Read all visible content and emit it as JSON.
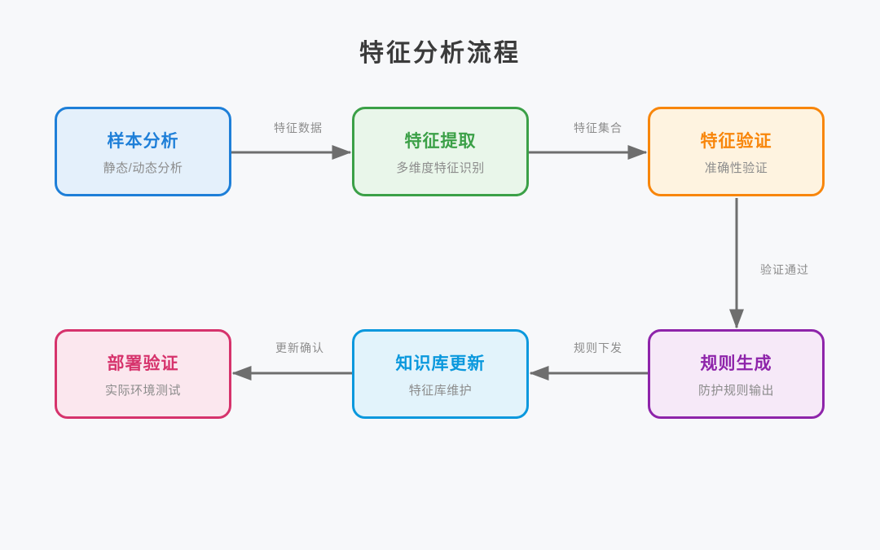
{
  "title": "特征分析流程",
  "canvas": {
    "background": "#F7F8FA",
    "arrow_color": "#6E6E6E",
    "title_color": "#3B3B3B",
    "subtitle_color": "#8C8C8C"
  },
  "nodes": [
    {
      "id": "sample-analysis",
      "title": "样本分析",
      "subtitle": "静态/动态分析",
      "accent": "#1E7FD8",
      "border": "#1E7FD8",
      "fill": "#E4F0FB"
    },
    {
      "id": "feature-extraction",
      "title": "特征提取",
      "subtitle": "多维度特征识别",
      "accent": "#3BA047",
      "border": "#3BA047",
      "fill": "#E9F6EA"
    },
    {
      "id": "feature-verification",
      "title": "特征验证",
      "subtitle": "准确性验证",
      "accent": "#F8860B",
      "border": "#F8860B",
      "fill": "#FEF3E0"
    },
    {
      "id": "rule-generation",
      "title": "规则生成",
      "subtitle": "防护规则输出",
      "accent": "#8E24AA",
      "border": "#8E24AA",
      "fill": "#F6E9F8"
    },
    {
      "id": "knowledge-base-update",
      "title": "知识库更新",
      "subtitle": "特征库维护",
      "accent": "#0A98DD",
      "border": "#0A98DD",
      "fill": "#E2F3FB"
    },
    {
      "id": "deployment-verification",
      "title": "部署验证",
      "subtitle": "实际环境测试",
      "accent": "#D6336C",
      "border": "#D6336C",
      "fill": "#FBE7EE"
    }
  ],
  "edges": [
    {
      "from": "sample-analysis",
      "to": "feature-extraction",
      "label": "特征数据"
    },
    {
      "from": "feature-extraction",
      "to": "feature-verification",
      "label": "特征集合"
    },
    {
      "from": "feature-verification",
      "to": "rule-generation",
      "label": "验证通过"
    },
    {
      "from": "rule-generation",
      "to": "knowledge-base-update",
      "label": "规则下发"
    },
    {
      "from": "knowledge-base-update",
      "to": "deployment-verification",
      "label": "更新确认"
    }
  ]
}
